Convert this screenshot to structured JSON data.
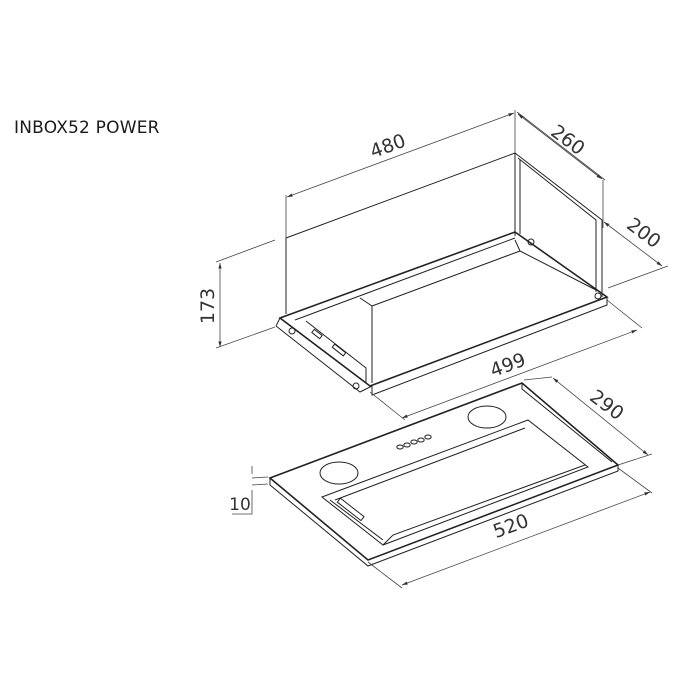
{
  "title": "INBOX52 POWER",
  "dimensions": {
    "width_top": "480",
    "depth_top": "260",
    "depth_side": "200",
    "height": "173",
    "width_frame": "499",
    "depth_panel": "290",
    "panel_thickness": "10",
    "width_panel": "520"
  }
}
